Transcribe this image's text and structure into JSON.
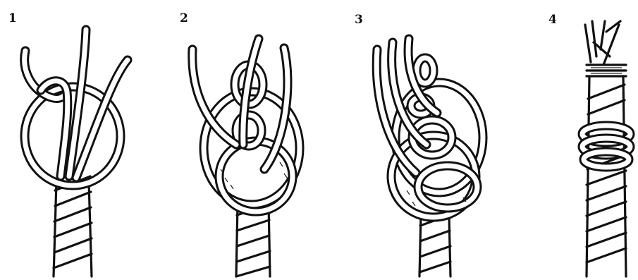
{
  "steps": [
    {
      "number": "1"
    },
    {
      "number": "2"
    },
    {
      "number": "3"
    },
    {
      "number": "4"
    }
  ],
  "colors": {
    "ink": "#111111",
    "background": "#ffffff"
  }
}
